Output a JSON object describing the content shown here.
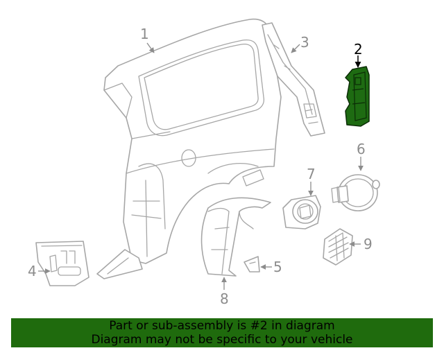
{
  "callouts": {
    "c1": "1",
    "c2": "2",
    "c3": "3",
    "c4": "4",
    "c5": "5",
    "c6": "6",
    "c7": "7",
    "c8": "8",
    "c9": "9"
  },
  "highlighted_part": "2",
  "colors": {
    "highlight_fill": "#1e6b12",
    "banner_bg": "#1f6b0d",
    "line_gray": "#a6a6a6",
    "label_gray": "#8c8c8c"
  },
  "banner": {
    "line1": "Part or sub-assembly is #2 in diagram",
    "line2": "Diagram may not be specific to your vehicle"
  }
}
